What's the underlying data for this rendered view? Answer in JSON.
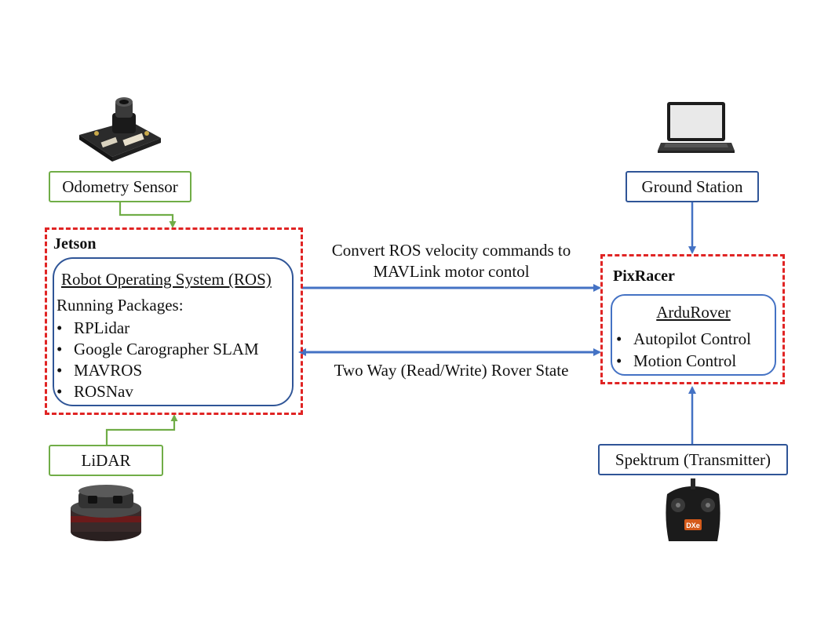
{
  "nodes": {
    "odometry_sensor": "Odometry Sensor",
    "lidar": "LiDAR",
    "ground_station": "Ground Station",
    "spektrum": "Spektrum (Transmitter)"
  },
  "jetson": {
    "title": "Jetson",
    "ros_title": "Robot Operating System (ROS)",
    "packages_label": "Running Packages:",
    "packages": [
      "RPLidar",
      "Google Carographer SLAM",
      "MAVROS",
      "ROSNav"
    ]
  },
  "pixracer": {
    "title": "PixRacer",
    "ardurover_title": "ArduRover",
    "items": [
      "Autopilot Control",
      "Motion Control"
    ]
  },
  "links": {
    "top_line1": "Convert ROS velocity commands to",
    "top_line2": "MAVLink motor contol",
    "bottom": "Two Way (Read/Write) Rover State"
  },
  "device_images": {
    "odometry_sensor": "camera-module-icon",
    "laptop": "laptop-icon",
    "lidar": "lidar-icon",
    "transmitter": "rc-transmitter-icon",
    "transmitter_badge": "DXe"
  },
  "colors": {
    "green_border": "#70ad47",
    "blue_border": "#2f5597",
    "red_dash": "#e02424",
    "arrow": "#4472c4"
  }
}
